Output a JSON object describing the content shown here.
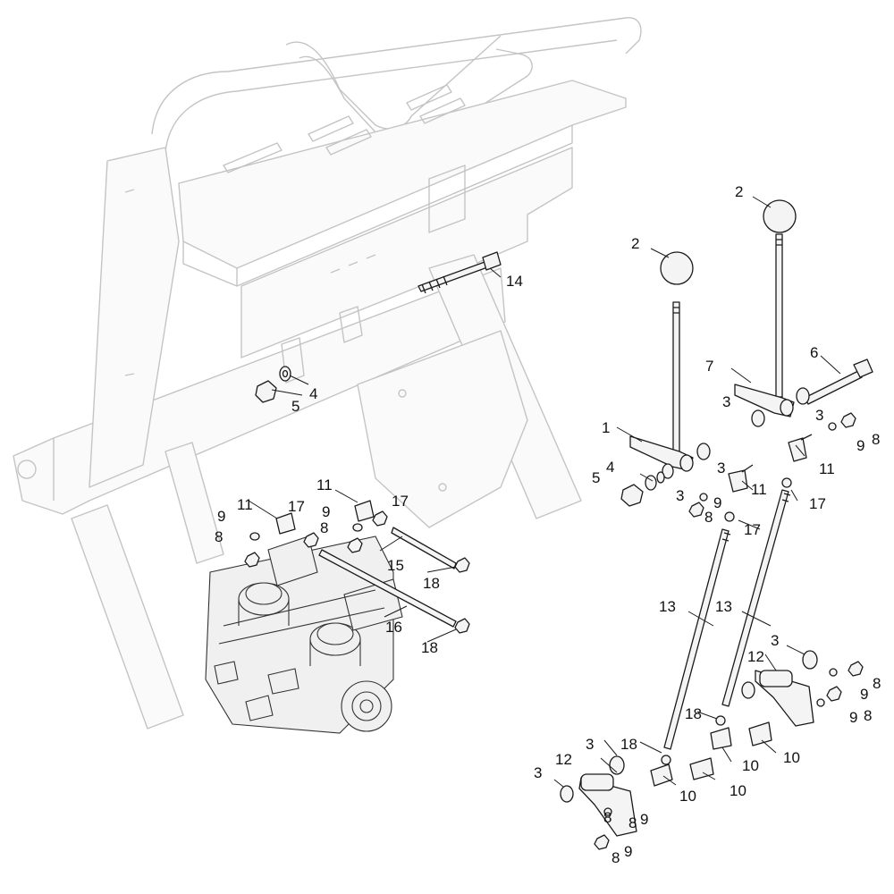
{
  "callouts": [
    {
      "id": "c-1",
      "label": "1"
    },
    {
      "id": "c-2a",
      "label": "2"
    },
    {
      "id": "c-2b",
      "label": "2"
    },
    {
      "id": "c-3a",
      "label": "3"
    },
    {
      "id": "c-3b",
      "label": "3"
    },
    {
      "id": "c-3c",
      "label": "3"
    },
    {
      "id": "c-3d",
      "label": "3"
    },
    {
      "id": "c-3e",
      "label": "3"
    },
    {
      "id": "c-3f",
      "label": "3"
    },
    {
      "id": "c-3g",
      "label": "3"
    },
    {
      "id": "c-4a",
      "label": "4"
    },
    {
      "id": "c-4b",
      "label": "4"
    },
    {
      "id": "c-5a",
      "label": "5"
    },
    {
      "id": "c-5b",
      "label": "5"
    },
    {
      "id": "c-6",
      "label": "6"
    },
    {
      "id": "c-7",
      "label": "7"
    },
    {
      "id": "c-8a",
      "label": "8"
    },
    {
      "id": "c-8b",
      "label": "8"
    },
    {
      "id": "c-8c",
      "label": "8"
    },
    {
      "id": "c-8d",
      "label": "8"
    },
    {
      "id": "c-8e",
      "label": "8"
    },
    {
      "id": "c-8f",
      "label": "8"
    },
    {
      "id": "c-8g",
      "label": "8"
    },
    {
      "id": "c-8h",
      "label": "8"
    },
    {
      "id": "c-8i",
      "label": "8"
    },
    {
      "id": "c-9a",
      "label": "9"
    },
    {
      "id": "c-9b",
      "label": "9"
    },
    {
      "id": "c-9c",
      "label": "9"
    },
    {
      "id": "c-9d",
      "label": "9"
    },
    {
      "id": "c-9e",
      "label": "9"
    },
    {
      "id": "c-9f",
      "label": "9"
    },
    {
      "id": "c-9g",
      "label": "9"
    },
    {
      "id": "c-9h",
      "label": "9"
    },
    {
      "id": "c-10a",
      "label": "10"
    },
    {
      "id": "c-10b",
      "label": "10"
    },
    {
      "id": "c-10c",
      "label": "10"
    },
    {
      "id": "c-10d",
      "label": "10"
    },
    {
      "id": "c-11a",
      "label": "11"
    },
    {
      "id": "c-11b",
      "label": "11"
    },
    {
      "id": "c-11c",
      "label": "11"
    },
    {
      "id": "c-11d",
      "label": "11"
    },
    {
      "id": "c-12a",
      "label": "12"
    },
    {
      "id": "c-12b",
      "label": "12"
    },
    {
      "id": "c-13a",
      "label": "13"
    },
    {
      "id": "c-13b",
      "label": "13"
    },
    {
      "id": "c-14",
      "label": "14"
    },
    {
      "id": "c-15",
      "label": "15"
    },
    {
      "id": "c-16",
      "label": "16"
    },
    {
      "id": "c-17a",
      "label": "17"
    },
    {
      "id": "c-17b",
      "label": "17"
    },
    {
      "id": "c-17c",
      "label": "17"
    },
    {
      "id": "c-17d",
      "label": "17"
    },
    {
      "id": "c-18a",
      "label": "18"
    },
    {
      "id": "c-18b",
      "label": "18"
    },
    {
      "id": "c-18c",
      "label": "18"
    },
    {
      "id": "c-18d",
      "label": "18"
    }
  ]
}
